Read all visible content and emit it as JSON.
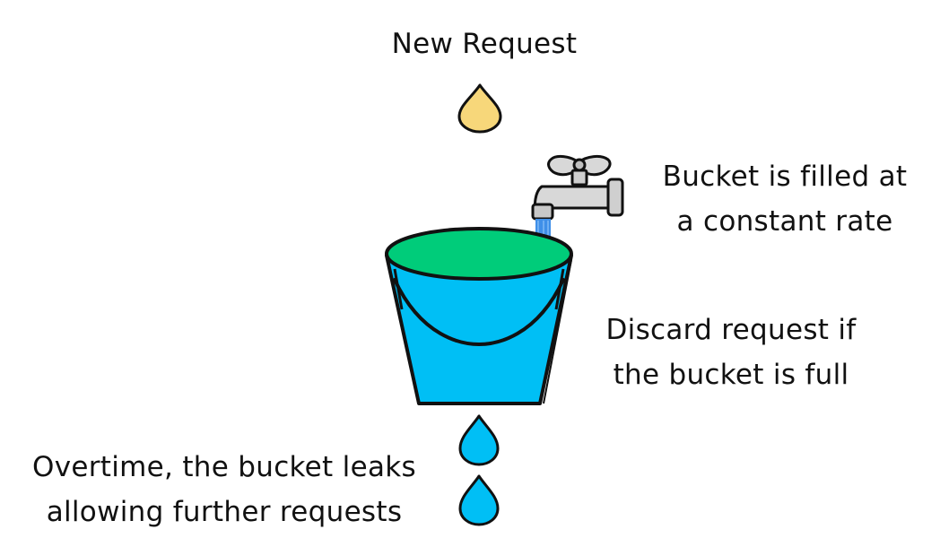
{
  "labels": {
    "new_request": "New Request",
    "filled_line1": "Bucket is filled at",
    "filled_line2": "a constant rate",
    "discard_line1": "Discard request if",
    "discard_line2": "the bucket is full",
    "leaks_line1": "Overtime, the bucket leaks",
    "leaks_line2": "allowing further requests"
  },
  "colors": {
    "incoming_drop": "#F7D77A",
    "bucket": "#00BFF5",
    "water_surface": "#00CC7A",
    "faucet": "#D8D8D8",
    "faucet_stream": "#3F8FE8",
    "leak_drop": "#00BFF5",
    "outline": "#111111"
  },
  "icons": {
    "incoming": "water-drop-icon",
    "tap": "faucet-icon",
    "container": "bucket-icon",
    "leak": "water-drop-icon"
  }
}
